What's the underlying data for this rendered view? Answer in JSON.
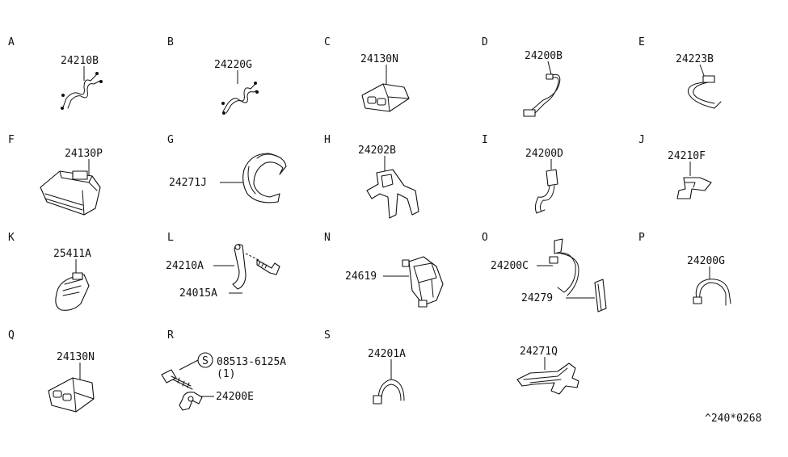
{
  "diagram": {
    "sections": [
      {
        "letter": "A",
        "parts": [
          "24210B"
        ]
      },
      {
        "letter": "B",
        "parts": [
          "24220G"
        ]
      },
      {
        "letter": "C",
        "parts": [
          "24130N"
        ]
      },
      {
        "letter": "D",
        "parts": [
          "24200B"
        ]
      },
      {
        "letter": "E",
        "parts": [
          "24223B"
        ]
      },
      {
        "letter": "F",
        "parts": [
          "24130P"
        ]
      },
      {
        "letter": "G",
        "parts": [
          "24271J"
        ]
      },
      {
        "letter": "H",
        "parts": [
          "24202B"
        ]
      },
      {
        "letter": "I",
        "parts": [
          "24200D"
        ]
      },
      {
        "letter": "J",
        "parts": [
          "24210F"
        ]
      },
      {
        "letter": "K",
        "parts": [
          "25411A"
        ]
      },
      {
        "letter": "L",
        "parts": [
          "24210A",
          "24015A"
        ]
      },
      {
        "letter": "N",
        "parts": [
          "24619"
        ]
      },
      {
        "letter": "O",
        "parts": [
          "24200C",
          "24279"
        ]
      },
      {
        "letter": "P",
        "parts": [
          "24200G"
        ]
      },
      {
        "letter": "Q",
        "parts": [
          "24130N"
        ]
      },
      {
        "letter": "R",
        "parts": [
          "08513-6125A",
          "(1)",
          "24200E"
        ]
      },
      {
        "letter": "S",
        "parts": [
          "24201A"
        ]
      },
      {
        "letter": "",
        "parts": [
          "24271Q"
        ]
      }
    ],
    "bolt_symbol": "S",
    "footer_code": "^240*0268"
  }
}
